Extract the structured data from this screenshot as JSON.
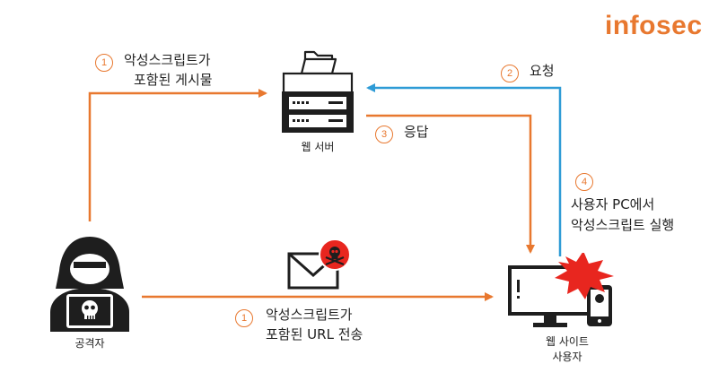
{
  "brand": "infosec",
  "colors": {
    "orange": "#e8782f",
    "blue": "#2e9bd6",
    "dark": "#1e1e1e",
    "red": "#e8261f"
  },
  "nodes": {
    "web_server": "웹 서버",
    "attacker": "공격자",
    "site_user_line1": "웹 사이트",
    "site_user_line2": "사용자"
  },
  "steps": [
    {
      "num": "1",
      "line1": "악성스크립트가",
      "line2": "포함된 게시물"
    },
    {
      "num": "2",
      "line1": "요청"
    },
    {
      "num": "3",
      "line1": "응답"
    },
    {
      "num": "4",
      "line1": "사용자 PC에서",
      "line2": "악성스크립트 실행"
    },
    {
      "num": "1",
      "line1": "악성스크립트가",
      "line2": "포함된 URL 전송"
    }
  ],
  "icons": [
    "server-icon",
    "folder-icon",
    "hacker-icon",
    "skull-icon",
    "envelope-icon",
    "monitor-icon",
    "phone-icon",
    "explosion-icon"
  ]
}
